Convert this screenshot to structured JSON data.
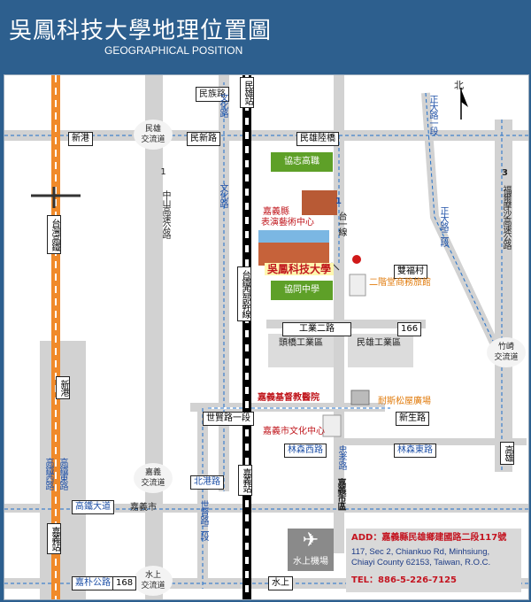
{
  "header": {
    "title_zh": "吳鳳科技大學地理位置圖",
    "title_en": "GEOGRAPHICAL POSITION"
  },
  "map": {
    "north": "北",
    "roads": {
      "minzu_rd": "民族路",
      "minxiong_station_top": "民雄站",
      "xingang_left": "新港",
      "minxin_rd": "民新路",
      "minxiong_overpass": "民雄陸橋",
      "wenhua_rd_top": "文化路",
      "wenhua_rd": "文化路",
      "zhongshan_fwy": "中山高速公路",
      "taiwan_hsr": "台灣高鐵",
      "taiwan_railway": "台鐵西部幹線",
      "tai1": "台一線",
      "zhengda_rd1": "正大路一段",
      "zhengda_rd2": "正大路二段",
      "fwy3": "福爾摩沙高速公路",
      "gongye_rd2": "工業二路",
      "route166_a": "166",
      "shuangfu_village": "雙福村",
      "shixian_rd1": "世賢路一段",
      "xinsheng_rd": "新生路",
      "linsen_w_rd": "林森西路",
      "linsen_e_rd": "林森東路",
      "zhongxiao_rd": "忠孝路",
      "xingang_mid": "新港",
      "hsr_west": "高鐵西路",
      "hsr_east": "高鐵東路",
      "gaotie_ave": "高鐵大道",
      "chiayi_city": "嘉義市",
      "beigang_rd": "北港路",
      "shixian_rd2": "世賢路二段",
      "chiayi_station": "嘉義站",
      "chiayi_city_area": "嘉義市區",
      "jiapu_rd": "嘉朴公路",
      "route168": "168",
      "shuishang": "水上",
      "gaoxiong": "高雄",
      "hsr_chiayi_station": "嘉義站"
    },
    "interchanges": {
      "minxiong": [
        "民雄",
        "交流道"
      ],
      "chiayi": [
        "嘉義",
        "交流道"
      ],
      "shuishang": [
        "水上",
        "交流道"
      ],
      "zhuqi": [
        "竹崎",
        "交流道"
      ]
    },
    "fwy_shields": {
      "fwy1": "1",
      "fwy3": "3",
      "tai1": "1"
    },
    "landmarks": {
      "xiezhi_high": "協志高職",
      "art_center_line1": "嘉義縣",
      "art_center_line2": "表演藝術中心",
      "wufeng": "吳鳳科技大學",
      "xietong_high": "協同中學",
      "hotel": "二階堂商務旅館",
      "toucheo_ind": "頭橋工業區",
      "minxiong_ind": "民雄工業區",
      "christian_hosp": "嘉義基督教醫院",
      "naisi_plaza": "耐斯松屋廣場",
      "culture_center": "嘉義市文化中心",
      "airport": "水上機場"
    },
    "address": {
      "zh": "ADD：嘉義縣民雄鄉建國路二段117號",
      "en1": "117, Sec 2, Chiankuo Rd, Minhsiung,",
      "en2": "Chiayi County 62153, Taiwan, R.O.C.",
      "tel": "TEL：886-5-226-7125"
    }
  },
  "colors": {
    "header_bg": "#2d5f8e",
    "green_label": "#5ea028",
    "hsr_orange": "#f08a2a",
    "road_gray": "#d2d2d2"
  }
}
